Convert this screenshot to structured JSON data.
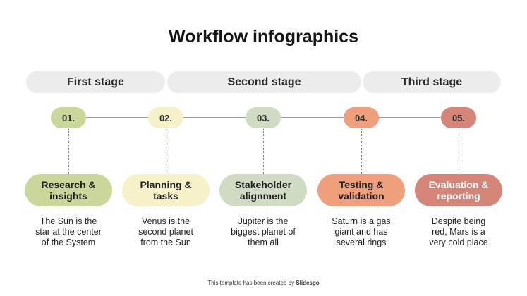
{
  "title": "Workflow infographics",
  "stages": [
    {
      "label": "First stage"
    },
    {
      "label": "Second stage"
    },
    {
      "label": "Third stage"
    }
  ],
  "steps": [
    {
      "number": "01.",
      "label": "Research &\ninsights",
      "description": "The Sun is the\nstar at the center\nof the System",
      "pill_color": "#c9d89a",
      "num_color": "#c9d89a",
      "text_color": "#1f1f1f"
    },
    {
      "number": "02.",
      "label": "Planning &\ntasks",
      "description": "Venus is the\nsecond planet\nfrom the Sun",
      "pill_color": "#f6f1c9",
      "num_color": "#f6f1c9",
      "text_color": "#1f1f1f"
    },
    {
      "number": "03.",
      "label": "Stakeholder\nalignment",
      "description": "Jupiter is the\nbiggest planet of\nthem all",
      "pill_color": "#cfdcc3",
      "num_color": "#cfdcc3",
      "text_color": "#1f1f1f"
    },
    {
      "number": "04.",
      "label": "Testing &\nvalidation",
      "description": "Saturn is a gas\ngiant and has\nseveral rings",
      "pill_color": "#ef9f7c",
      "num_color": "#ef9f7c",
      "text_color": "#1f1f1f"
    },
    {
      "number": "05.",
      "label": "Evaluation &\nreporting",
      "description": "Despite being\nred, Mars is a\nvery cold place",
      "pill_color": "#d48578",
      "num_color": "#d48578",
      "text_color": "#ffffff"
    }
  ],
  "footer": {
    "prefix": "This template has been created by ",
    "brand": "Slidesgo"
  }
}
